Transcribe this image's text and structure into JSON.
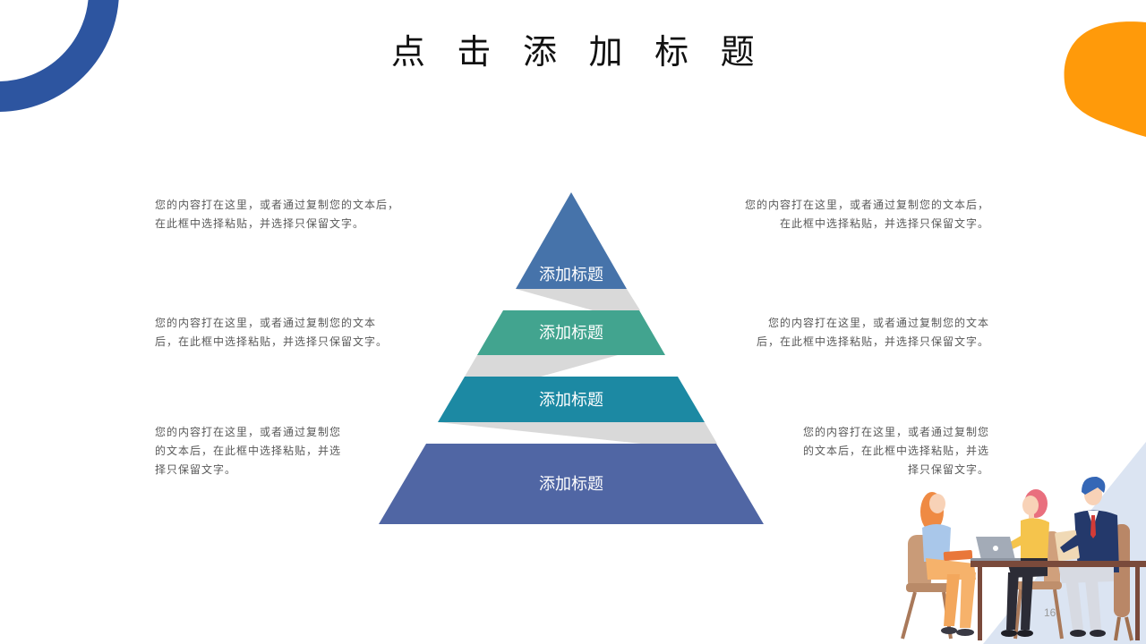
{
  "slide": {
    "title": "点 击 添 加 标 题",
    "page_number": "16"
  },
  "pyramid": {
    "levels": [
      {
        "label": "添加标题",
        "color": "#4673aa"
      },
      {
        "label": "添加标题",
        "color": "#42a48f"
      },
      {
        "label": "添加标题",
        "color": "#1c89a3"
      },
      {
        "label": "添加标题",
        "color": "#5066a4"
      }
    ],
    "connector_color": "#d9d9d9"
  },
  "notes_left": [
    {
      "lines": [
        "您的内容打在这里，或者通过复制您的文本后，",
        "在此框中选择粘贴，并选择只保留文字。"
      ]
    },
    {
      "lines": [
        "您的内容打在这里，或者通过复制您的文本",
        "后，在此框中选择粘贴，并选择只保留文字。"
      ]
    },
    {
      "lines": [
        "您的内容打在这里，或者通过复制您",
        "的文本后，在此框中选择粘贴，并选",
        "择只保留文字。"
      ]
    }
  ],
  "notes_right": [
    {
      "lines": [
        "您的内容打在这里，或者通过复制您的文本后，",
        "在此框中选择粘贴，并选择只保留文字。"
      ]
    },
    {
      "lines": [
        "您的内容打在这里，或者通过复制您的文本",
        "后，在此框中选择粘贴，并选择只保留文字。"
      ]
    },
    {
      "lines": [
        "您的内容打在这里，或者通过复制您",
        "的文本后，在此框中选择粘贴，并选",
        "择只保留文字。"
      ]
    }
  ],
  "colors": {
    "title_text": "#111111",
    "body_text": "#595959",
    "page_number": "#9a9a9a",
    "accent_blue": "#2d55a0",
    "accent_orange": "#ff9a0a",
    "light_blue": "#dbe4f2"
  }
}
